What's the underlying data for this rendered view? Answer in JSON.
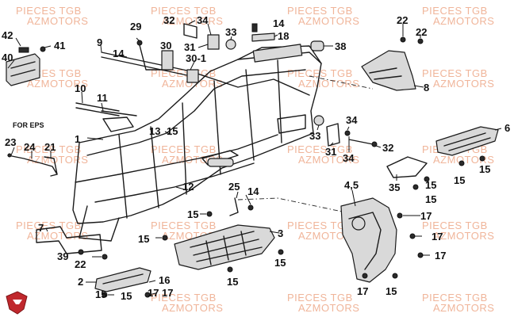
{
  "diagram": {
    "note": "FOR EPS",
    "watermark": {
      "line1": "PIECES TGB",
      "line2": "AZMOTORS"
    },
    "colors": {
      "line": "#1a1a1a",
      "part": "#d9d9d9",
      "watermark": "#f0b59a",
      "logo": "#c0282d"
    },
    "labels": {
      "l1": "1",
      "l2": "2",
      "l3": "3",
      "l4": "4",
      "l5": "5",
      "l6": "6",
      "l7": "7",
      "l8": "8",
      "l9": "9",
      "l10": "10",
      "l11": "11",
      "l12": "12",
      "l13": "13",
      "l14a": "14",
      "l14b": "14",
      "l14c": "14",
      "l15": "15",
      "l16": "16",
      "l17": "17",
      "l18": "18",
      "l21": "21",
      "l22a": "22",
      "l22b": "22",
      "l22c": "22",
      "l23": "23",
      "l24": "24",
      "l25": "25",
      "l29": "29",
      "l30": "30",
      "l30_1": "30-1",
      "l31a": "31",
      "l31b": "31",
      "l32a": "32",
      "l32b": "32",
      "l33a": "33",
      "l33b": "33",
      "l34a": "34",
      "l34b": "34",
      "l34c": "34",
      "l35": "35",
      "l38": "38",
      "l39": "39",
      "l40": "40",
      "l41": "41",
      "l42": "42",
      "l45": "4,5",
      "l15_a": "15",
      "l15_b": "15",
      "l15_c": "15",
      "l15_d": "15",
      "l15_e": "15",
      "l15_f": "15",
      "l15_g": "15",
      "l15_h": "15",
      "l15_i": "15",
      "l15_j": "15",
      "l15_k": "15",
      "l17_a": "17",
      "l17_b": "17",
      "l17_c": "17",
      "l17_d": "17",
      "l17_e": "17"
    }
  }
}
